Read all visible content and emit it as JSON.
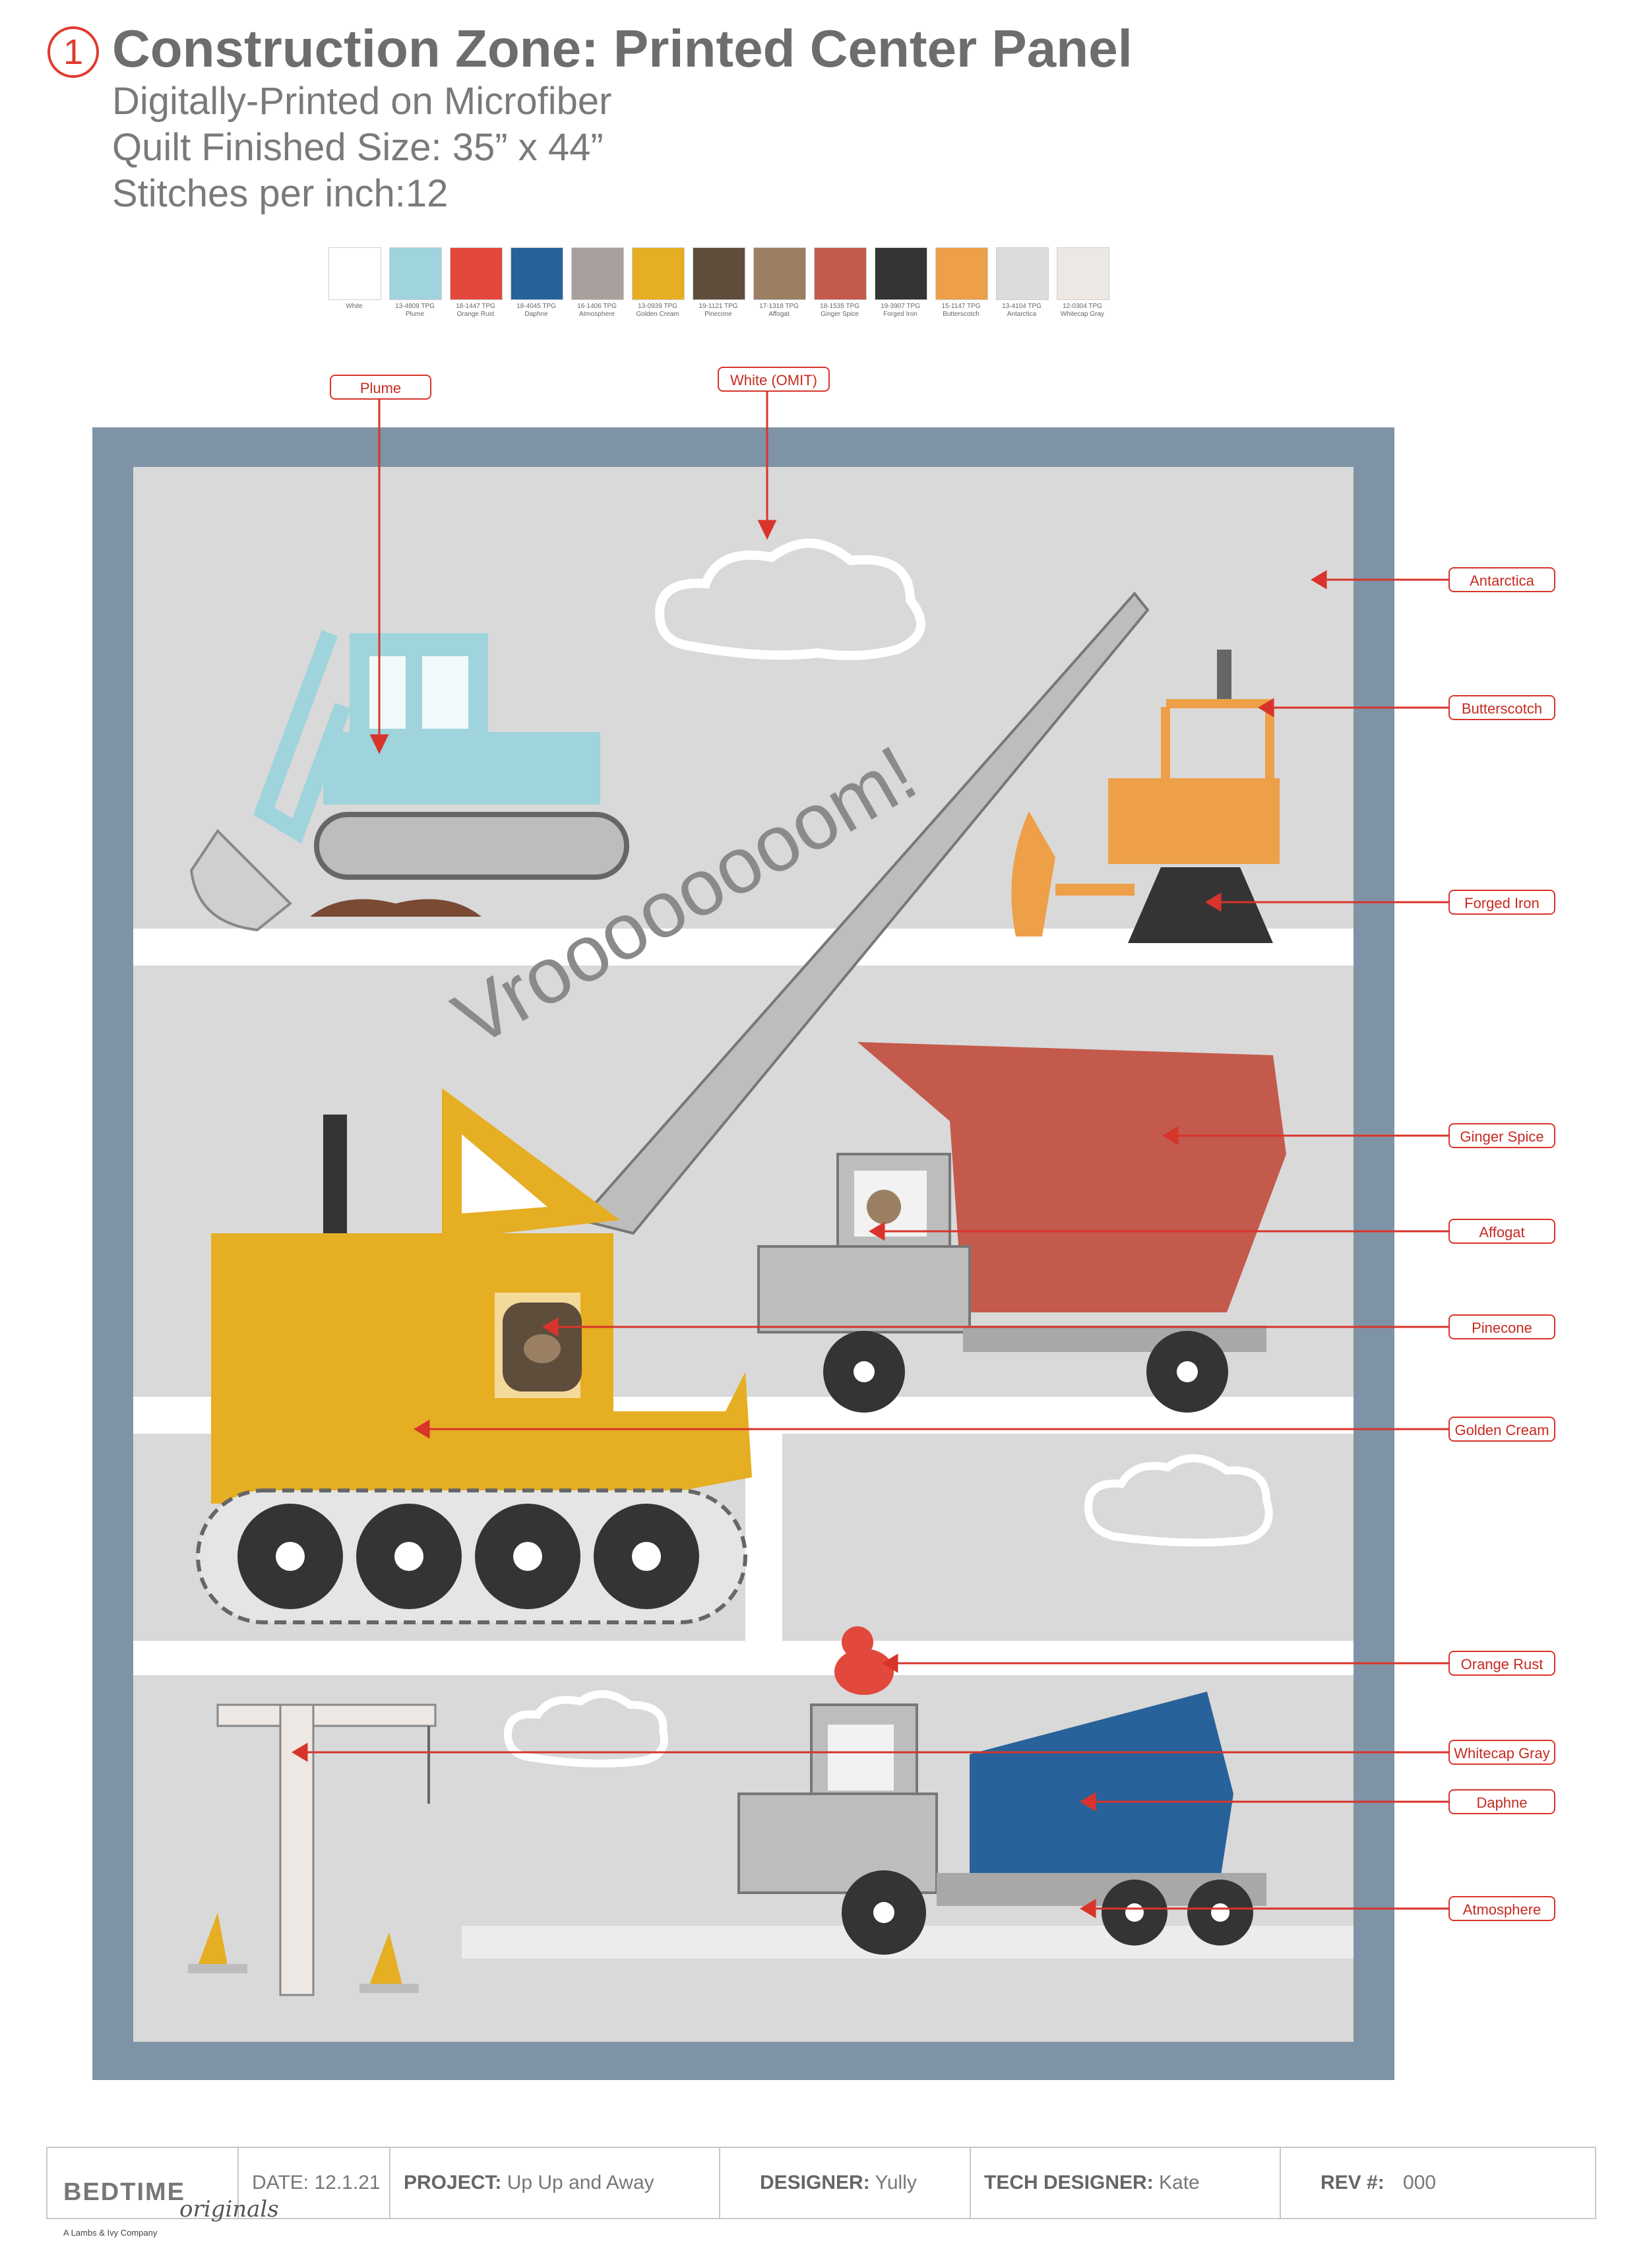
{
  "header": {
    "step": "1",
    "title": "Construction Zone: Printed Center Panel",
    "lines": [
      "Digitally-Printed on Microfiber",
      "Quilt Finished Size: 35” x 44”",
      "Stitches per inch:12"
    ]
  },
  "swatches": [
    {
      "code": "",
      "name": "White",
      "hex": "#ffffff"
    },
    {
      "code": "13-4809 TPG",
      "name": "Plume",
      "hex": "#9fd4dc"
    },
    {
      "code": "18-1447 TPG",
      "name": "Orange Rust",
      "hex": "#e2483b"
    },
    {
      "code": "18-4045 TPG",
      "name": "Daphne",
      "hex": "#27629a"
    },
    {
      "code": "16-1406 TPG",
      "name": "Atmosphere",
      "hex": "#a8a09c"
    },
    {
      "code": "13-0939 TPG",
      "name": "Golden Cream",
      "hex": "#e5ae23"
    },
    {
      "code": "19-1121 TPG",
      "name": "Pinecone",
      "hex": "#5e4d3b"
    },
    {
      "code": "17-1318 TPG",
      "name": "Affogat",
      "hex": "#9a7f63"
    },
    {
      "code": "18-1535 TPG",
      "name": "Ginger Spice",
      "hex": "#c45a4c"
    },
    {
      "code": "19-3907 TPG",
      "name": "Forged Iron",
      "hex": "#343434"
    },
    {
      "code": "15-1147 TPG",
      "name": "Butterscotch",
      "hex": "#eda048"
    },
    {
      "code": "13-4104 TPG",
      "name": "Antarctica",
      "hex": "#dedbdb"
    },
    {
      "code": "12-0304 TPG",
      "name": "Whitecap Gray",
      "hex": "#ede8e3"
    }
  ],
  "art": {
    "text": "Vroooooooom!",
    "callouts": [
      "Plume",
      "White (OMIT)",
      "Antarctica",
      "Butterscotch",
      "Forged Iron",
      "Ginger Spice",
      "Affogat",
      "Pinecone",
      "Golden Cream",
      "Orange Rust",
      "Whitecap Gray",
      "Daphne",
      "Atmosphere"
    ]
  },
  "footer": {
    "brand": "BEDTIME",
    "brand_script": "originals",
    "brand_sub": "A Lambs & Ivy Company",
    "date_label": "DATE:",
    "date": "12.1.21",
    "project_label": "PROJECT:",
    "project": "Up Up and Away",
    "designer_label": "DESIGNER:",
    "designer": "Yully",
    "tech_label": "TECH DESIGNER:",
    "tech": "Kate",
    "rev_label": "REV #:",
    "rev": "000"
  },
  "colors": {
    "accent": "#d8342b",
    "border": "#7f93a6",
    "panel": "#d9d9d9"
  }
}
